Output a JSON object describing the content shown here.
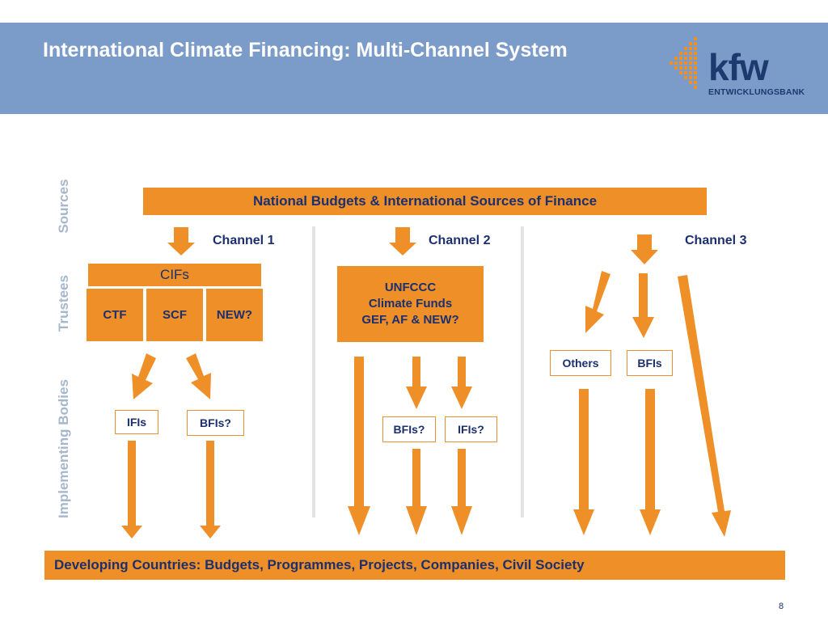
{
  "slide": {
    "title": "International Climate Financing: Multi-Channel System",
    "page_number": "8"
  },
  "logo": {
    "name": "kfw",
    "subtitle": "ENTWICKLUNGSBANK",
    "color": "#1d3a6e",
    "accent": "#ef8f28"
  },
  "row_labels": {
    "sources": "Sources",
    "trustees": "Trustees",
    "implementing": "Implementing Bodies"
  },
  "top_box": "National Budgets & International Sources of Finance",
  "bottom_box": "Developing Countries: Budgets, Programmes, Projects, Companies, Civil Society",
  "channels": {
    "c1": {
      "label": "Channel 1",
      "cifs": "CIFs",
      "funds": [
        "CTF",
        "SCF",
        "NEW?"
      ],
      "bodies": [
        "IFIs",
        "BFIs?"
      ]
    },
    "c2": {
      "label": "Channel 2",
      "unfccc_lines": [
        "UNFCCC",
        "Climate Funds",
        "GEF, AF & NEW?"
      ],
      "bodies": [
        "BFIs?",
        "IFIs?"
      ]
    },
    "c3": {
      "label": "Channel  3",
      "bodies": [
        "Others",
        "BFIs"
      ]
    }
  },
  "colors": {
    "header": "#7b9cc8",
    "orange": "#ef8f28",
    "navy": "#1c2f6e",
    "row_label": "#a6b7cc"
  }
}
